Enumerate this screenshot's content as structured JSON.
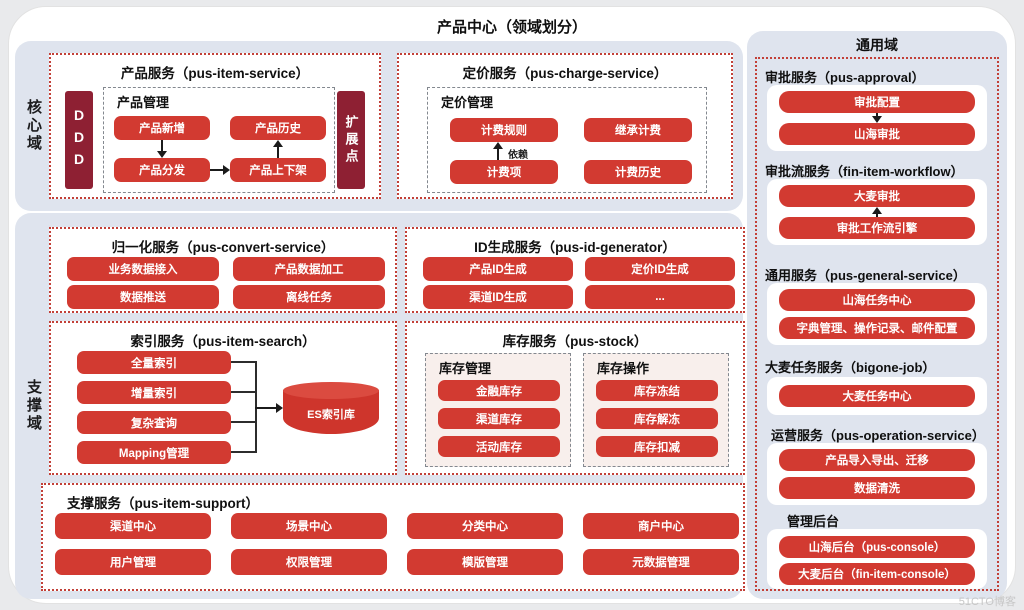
{
  "title": "产品中心（领域划分）",
  "watermark": "51CTO博客",
  "colors": {
    "accent_red": "#d23a31",
    "dark_maroon": "#8e2033",
    "panel_bg": "#dfe4ee",
    "dotted_border": "#c24038"
  },
  "domains": {
    "core": "核心域",
    "support": "支撑域",
    "general": "通用域"
  },
  "product_service": {
    "title": "产品服务（pus-item-service）",
    "ddd_bar": "DDD",
    "extension_bar": "扩展点",
    "group": {
      "title": "产品管理",
      "btn_add": "产品新增",
      "btn_history": "产品历史",
      "btn_dispatch": "产品分发",
      "btn_shelf": "产品上下架"
    }
  },
  "charge_service": {
    "title": "定价服务（pus-charge-service）",
    "group": {
      "title": "定价管理",
      "btn_rule": "计费规则",
      "btn_inherit": "继承计费",
      "btn_item": "计费项",
      "btn_history": "计费历史",
      "dependency_label": "依赖"
    }
  },
  "convert_service": {
    "title": "归一化服务（pus-convert-service）",
    "buttons": [
      "业务数据接入",
      "产品数据加工",
      "数据推送",
      "离线任务"
    ]
  },
  "id_service": {
    "title": "ID生成服务（pus-id-generator）",
    "buttons": [
      "产品ID生成",
      "定价ID生成",
      "渠道ID生成",
      "..."
    ]
  },
  "search_service": {
    "title": "索引服务（pus-item-search）",
    "buttons": [
      "全量索引",
      "增量索引",
      "复杂查询",
      "Mapping管理"
    ],
    "database": "ES索引库"
  },
  "stock_service": {
    "title": "库存服务（pus-stock）",
    "manage": {
      "title": "库存管理",
      "buttons": [
        "金融库存",
        "渠道库存",
        "活动库存"
      ]
    },
    "operate": {
      "title": "库存操作",
      "buttons": [
        "库存冻结",
        "库存解冻",
        "库存扣减"
      ]
    }
  },
  "support_service": {
    "title": "支撑服务（pus-item-support）",
    "buttons": [
      "渠道中心",
      "场景中心",
      "分类中心",
      "商户中心",
      "用户管理",
      "权限管理",
      "模版管理",
      "元数据管理"
    ]
  },
  "general": {
    "sections": [
      {
        "title": "审批服务（pus-approval）",
        "buttons": [
          "审批配置",
          "山海审批"
        ]
      },
      {
        "title": "审批流服务（fin-item-workflow）",
        "buttons": [
          "大麦审批",
          "审批工作流引擎"
        ]
      },
      {
        "title": "通用服务（pus-general-service）",
        "buttons": [
          "山海任务中心",
          "字典管理、操作记录、邮件配置"
        ]
      },
      {
        "title": "大麦任务服务（bigone-job）",
        "buttons": [
          "大麦任务中心"
        ]
      },
      {
        "title": "运营服务（pus-operation-service）",
        "buttons": [
          "产品导入导出、迁移",
          "数据清洗"
        ]
      },
      {
        "title": "管理后台",
        "buttons": [
          "山海后台（pus-console）",
          "大麦后台（fin-item-console）"
        ]
      }
    ]
  }
}
